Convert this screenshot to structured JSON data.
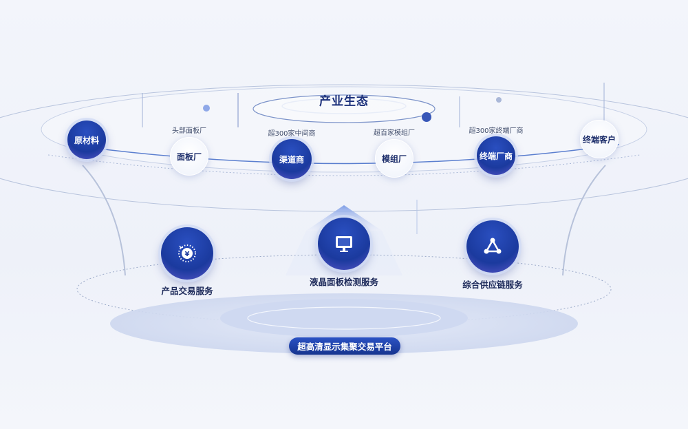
{
  "ecosystem": {
    "title": "产业生态",
    "nodes": [
      {
        "label": "原材料",
        "caption": "",
        "style": "dark"
      },
      {
        "label": "面板厂",
        "caption": "头部面板厂",
        "style": "light"
      },
      {
        "label": "渠道商",
        "caption": "超300家中间商",
        "style": "dark"
      },
      {
        "label": "模组厂",
        "caption": "超百家模组厂",
        "style": "light"
      },
      {
        "label": "终端厂商",
        "caption": "超300家终端厂商",
        "style": "dark"
      },
      {
        "label": "终端客户",
        "caption": "",
        "style": "light"
      }
    ]
  },
  "services": [
    {
      "label": "产品交易服务",
      "icon": "yen-cycle-icon"
    },
    {
      "label": "液晶面板检测服务",
      "icon": "monitor-icon"
    },
    {
      "label": "综合供应链服务",
      "icon": "network-triangle-icon"
    }
  ],
  "platform": {
    "label": "超高清显示集聚交易平台"
  },
  "colors": {
    "primary": "#1b3a9e",
    "text": "#1d2a5a",
    "background": "#f1f4fa"
  }
}
